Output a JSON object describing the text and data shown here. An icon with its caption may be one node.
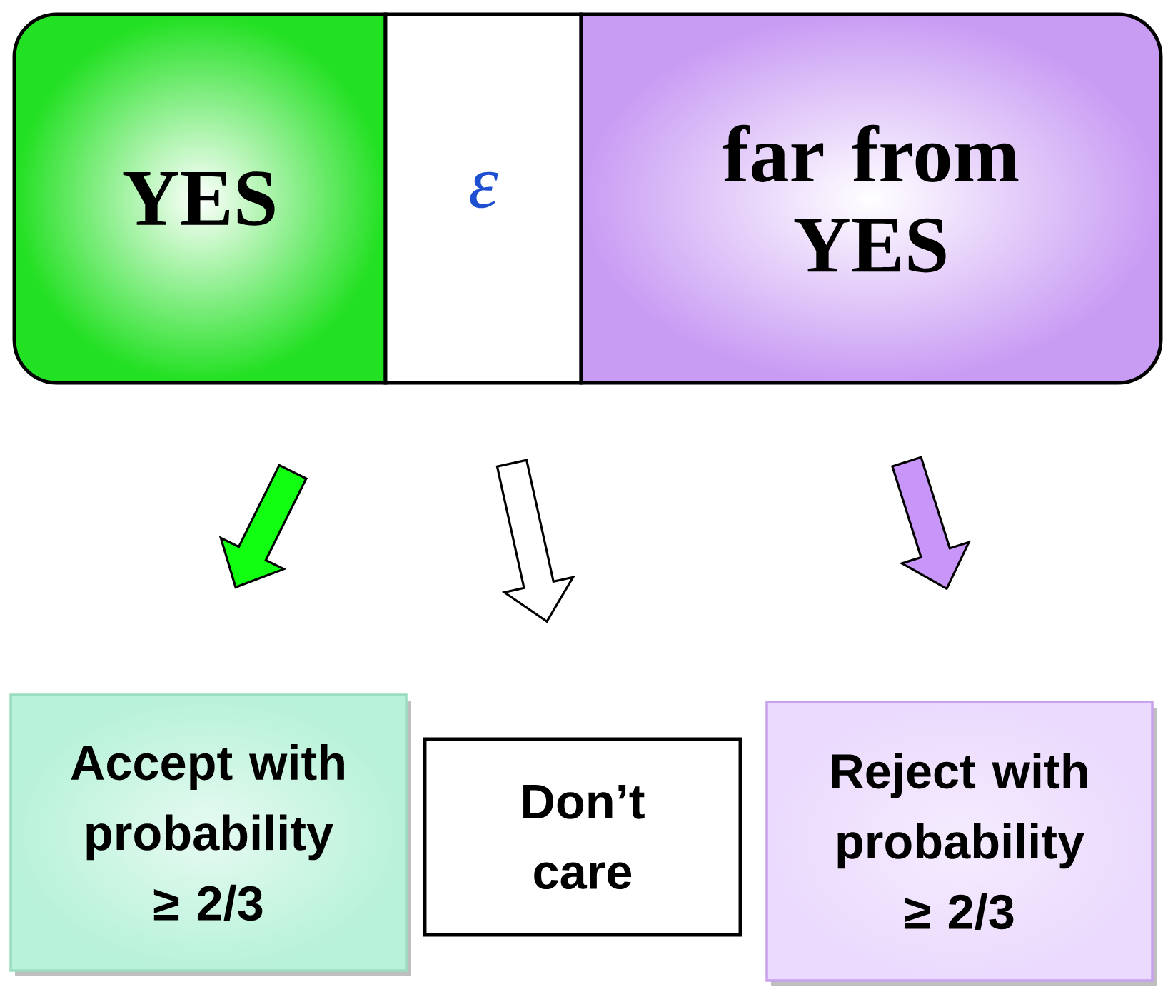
{
  "diagram": {
    "nodes": [
      {
        "text": [
          "YES"
        ]
      },
      {
        "text": [
          "ε"
        ]
      },
      {
        "text": [
          "far from YES"
        ]
      },
      {
        "text": [
          "Accept with probability ≥ 2/3"
        ]
      },
      {
        "text": [
          "Don’t care"
        ]
      },
      {
        "text": [
          "Reject with probability ≥ 2/3"
        ]
      }
    ],
    "edges": [
      {
        "from": 0,
        "to": 3,
        "arrow": "to",
        "color": "#11ff11"
      },
      {
        "from": 1,
        "to": 4,
        "arrow": "to",
        "color": "#ffffff"
      },
      {
        "from": 2,
        "to": 5,
        "arrow": "to",
        "color": "#c896f8"
      }
    ]
  }
}
